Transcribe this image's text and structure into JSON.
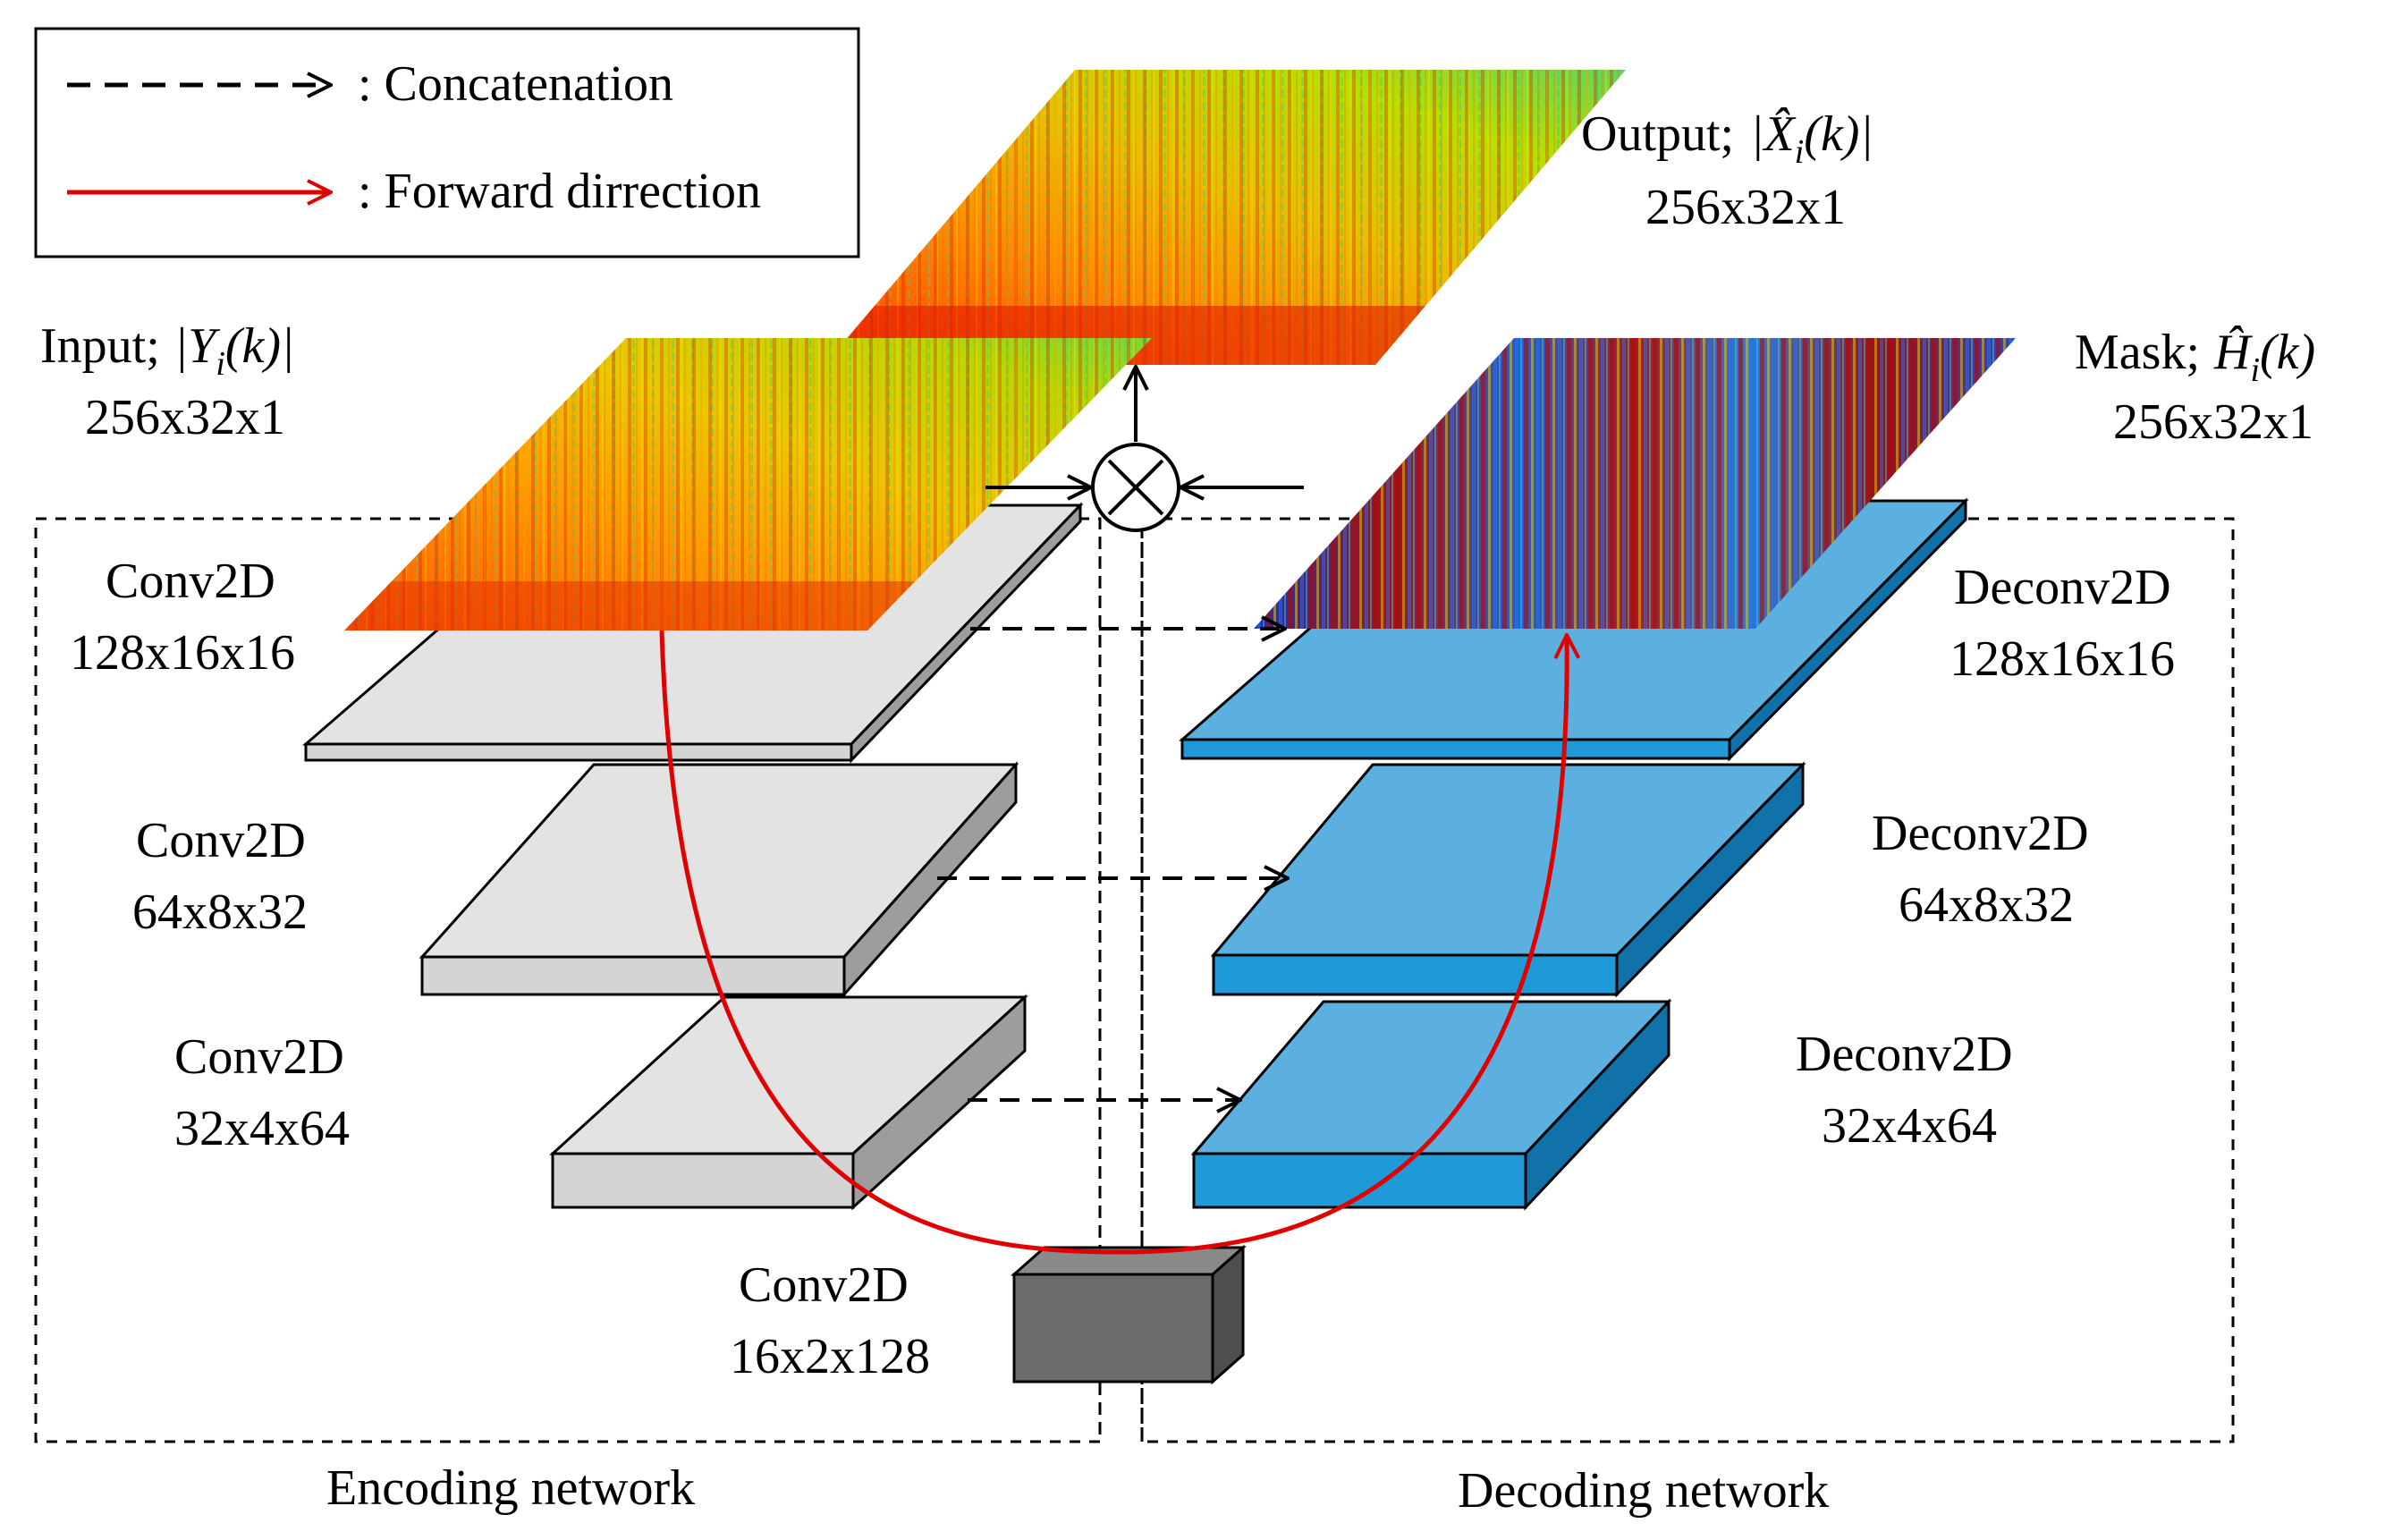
{
  "legend": {
    "concatenation": ": Concatenation",
    "forward": ": Forward dirrection"
  },
  "input": {
    "label": "Input;",
    "expr": "|Y",
    "sub": "i",
    "arg": "(k)|",
    "dims": "256x32x1"
  },
  "output": {
    "label": "Output;",
    "expr": "|X̂",
    "sub": "i",
    "arg": "(k)|",
    "dims": "256x32x1"
  },
  "mask": {
    "label": "Mask;",
    "expr": "Ĥ",
    "sub": "i",
    "arg": "(k)",
    "dims": "256x32x1"
  },
  "encoder": [
    {
      "name": "Conv2D",
      "dims": "128x16x16"
    },
    {
      "name": "Conv2D",
      "dims": "64x8x32"
    },
    {
      "name": "Conv2D",
      "dims": "32x4x64"
    }
  ],
  "decoder": [
    {
      "name": "Deconv2D",
      "dims": "128x16x16"
    },
    {
      "name": "Deconv2D",
      "dims": "64x8x32"
    },
    {
      "name": "Deconv2D",
      "dims": "32x4x64"
    }
  ],
  "bottleneck": {
    "name": "Conv2D",
    "dims": "16x2x128"
  },
  "sections": {
    "encoding": "Encoding network",
    "decoding": "Decoding network"
  },
  "colors": {
    "encoder_top": "#e3e3e3",
    "encoder_front": "#d4d4d4",
    "encoder_side": "#9d9d9d",
    "decoder_top": "#5bb0e0",
    "decoder_front": "#1e9ad8",
    "decoder_side": "#1072a8",
    "bottleneck": "#6b6b6b",
    "forward_arrow": "#e00000",
    "concat_arrow": "#000000"
  }
}
